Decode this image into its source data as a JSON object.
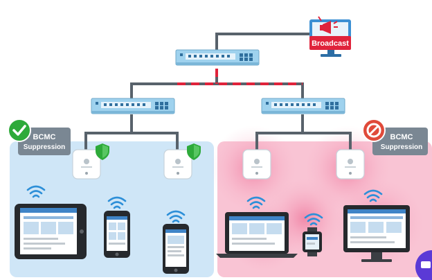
{
  "broadcast_label": "Broadcast",
  "left_zone": {
    "label_line1": "BCMC",
    "label_line2": "Suppression",
    "status_icon": "check-circle-icon",
    "status_color": "#2eaa3a",
    "zone_color": "#cfe6f7"
  },
  "right_zone": {
    "label_line1": "BCMC",
    "label_line2": "Suppression",
    "status_icon": "prohibited-icon",
    "status_color": "#e04a3a",
    "zone_color": "#f9c4d4"
  },
  "colors": {
    "switch": "#9fd2ee",
    "switch_port": "#2f6f9e",
    "link_line": "#58626b",
    "broadcast_path": "#e0233b",
    "shield": "#2eaa3a",
    "label_box": "#7a8793",
    "broadcast_red": "#e0233b"
  },
  "icons": [
    "megaphone-icon",
    "monitor-icon",
    "switch-icon",
    "access-point-icon",
    "shield-icon",
    "wifi-icon",
    "tablet-icon",
    "phone-icon",
    "laptop-icon",
    "smartwatch-icon",
    "chat-icon"
  ]
}
